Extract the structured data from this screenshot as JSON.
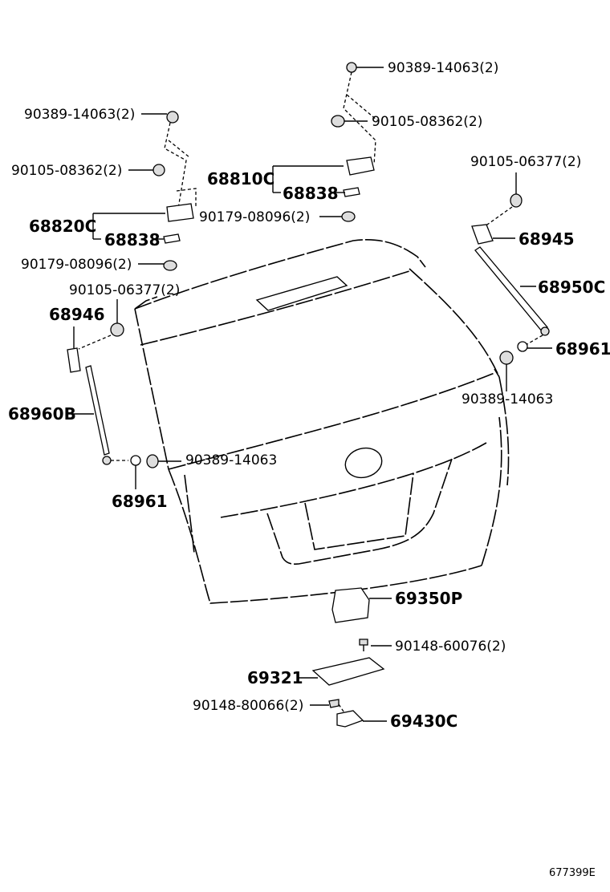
{
  "diagram": {
    "reference_code": "677399E",
    "labels": {
      "bolt_top": "90389-14063(2)",
      "bolt_top_left": "90389-14063(2)",
      "screw_top": "90105-08362(2)",
      "screw_left": "90105-08362(2)",
      "hinge_right": "68810C",
      "hinge_left": "68820C",
      "shim_right": "68838",
      "shim_left": "68838",
      "cushion_right": "90179-08096(2)",
      "cushion_left": "90179-08096(2)",
      "stud_right": "90105-06377(2)",
      "stud_left": "90105-06377(2)",
      "bracket_right": "68945",
      "bracket_left": "68946",
      "stay_right": "68950C",
      "stay_left": "68960B",
      "ball_right": "68961",
      "ball_left": "68961",
      "grommet_right": "90389-14063",
      "grommet_left": "90389-14063",
      "lock": "69350P",
      "lock_bolt": "90148-60076(2)",
      "striker": "69321",
      "striker_screw": "90148-80066(2)",
      "handle": "69430C"
    }
  }
}
